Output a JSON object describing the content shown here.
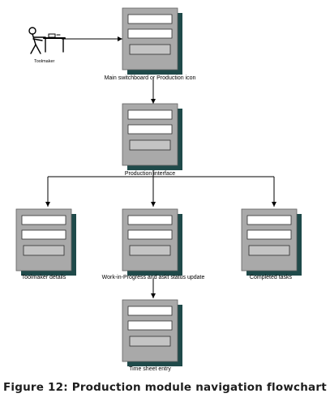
{
  "diagram": {
    "actor": {
      "label": "Toolmaker",
      "icon": "person-at-workbench-icon"
    },
    "nodes": [
      {
        "id": "main",
        "label": "Main switchboard or Production icon"
      },
      {
        "id": "interface",
        "label": "Production interface"
      },
      {
        "id": "toolmaker",
        "label": "Toolmaker details"
      },
      {
        "id": "wip",
        "label": "Work-in-Progress and askt status update"
      },
      {
        "id": "completed",
        "label": "Completed tasks"
      },
      {
        "id": "timesheet",
        "label": "Time sheet entry"
      }
    ],
    "edges": [
      {
        "from": "actor",
        "to": "main"
      },
      {
        "from": "main",
        "to": "interface"
      },
      {
        "from": "interface",
        "to": "toolmaker"
      },
      {
        "from": "interface",
        "to": "wip"
      },
      {
        "from": "interface",
        "to": "completed"
      },
      {
        "from": "wip",
        "to": "timesheet"
      }
    ],
    "colors": {
      "screen_face": "#a9a9a9",
      "screen_shadow": "#1f4a4a",
      "field_fill": "#ffffff",
      "line": "#000000"
    }
  },
  "caption": "Figure 12: Production module navigation flowchart"
}
